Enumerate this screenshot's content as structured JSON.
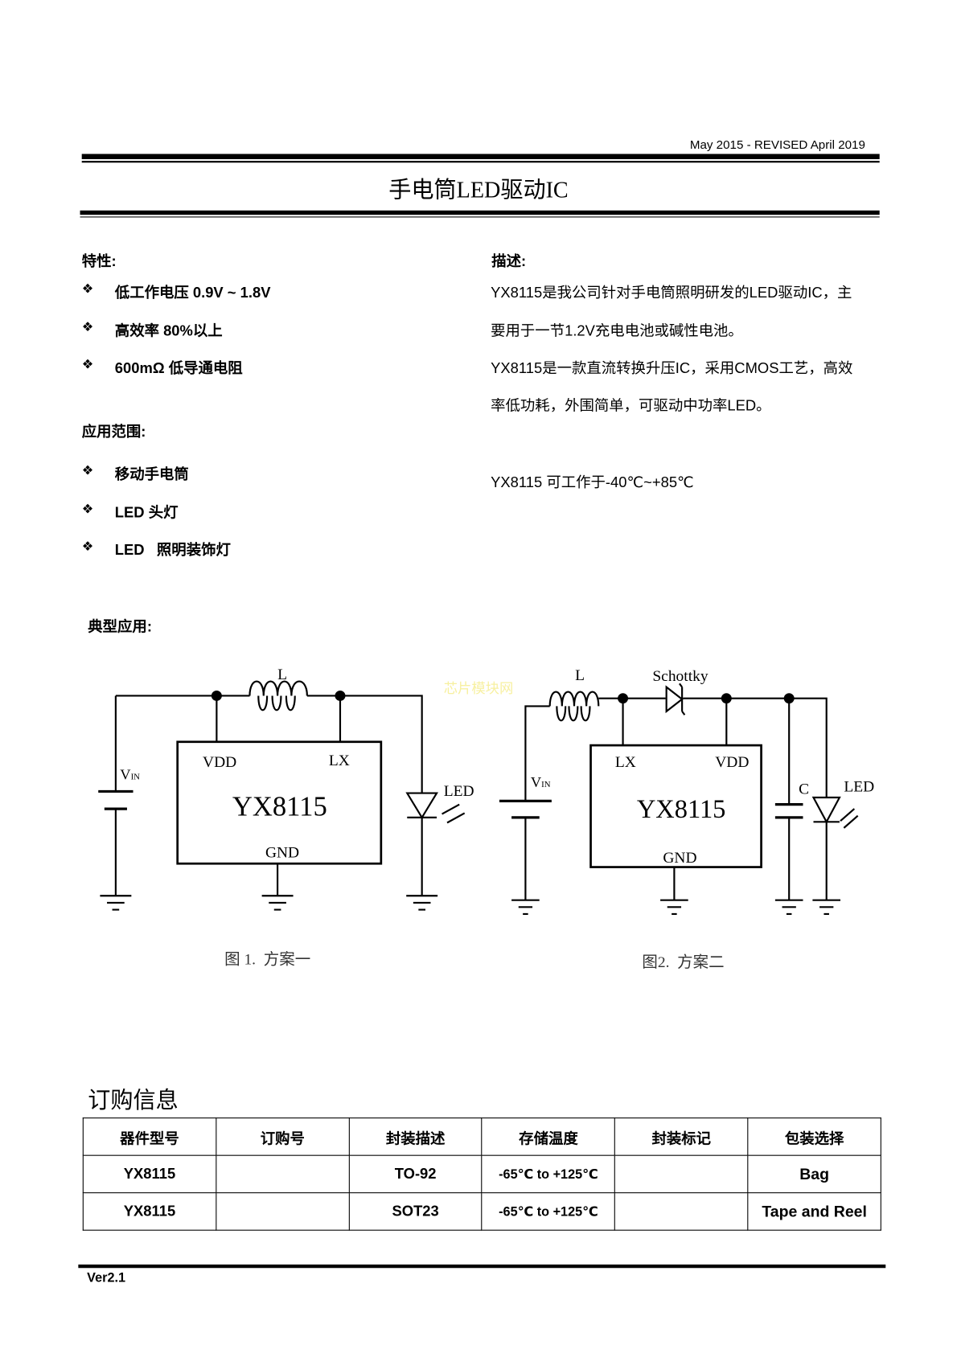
{
  "header": {
    "date": "May 2015 - REVISED April 2019",
    "title": "手电筒LED驱动IC"
  },
  "features": {
    "heading": "特性:",
    "bullet": "❖",
    "items": [
      "低工作电压 0.9V ~ 1.8V",
      "高效率 80%以上",
      "600mΩ 低导通电阻"
    ]
  },
  "applications": {
    "heading": "应用范围:",
    "items": [
      "移动手电筒",
      "LED 头灯",
      "LED   照明装饰灯"
    ]
  },
  "description": {
    "heading": "描述:",
    "lines": [
      "YX8115是我公司针对手电筒照明研发的LED驱动IC，主",
      "要用于一节1.2V充电电池或碱性电池。",
      "YX8115是一款直流转换升压IC，采用CMOS工艺，高效",
      "率低功耗，外围简单，可驱动中功率LED。",
      "YX8115 可工作于-40℃~+85℃"
    ]
  },
  "typical": {
    "heading": "典型应用:",
    "watermark": "芯片模块网",
    "fig1": {
      "L": "L",
      "vin": "V",
      "vin_sub": "IN",
      "vdd": "VDD",
      "lx": "LX",
      "chip": "YX8115",
      "gnd": "GND",
      "led": "LED",
      "caption": "图 1.  方案一"
    },
    "fig2": {
      "L": "L",
      "schottky": "Schottky",
      "vin": "V",
      "vin_sub": "IN",
      "vdd": "VDD",
      "lx": "LX",
      "chip": "YX8115",
      "gnd": "GND",
      "c": "C",
      "led": "LED",
      "caption": "图2.  方案二"
    }
  },
  "ordering": {
    "heading": "订购信息",
    "columns": [
      "器件型号",
      "订购号",
      "封装描述",
      "存储温度",
      "封装标记",
      "包装选择"
    ],
    "rows": [
      [
        "YX8115",
        "",
        "TO-92",
        "-65℃ to +125℃",
        "",
        "Bag"
      ],
      [
        "YX8115",
        "",
        "SOT23",
        "-65℃ to +125℃",
        "",
        "Tape and Reel"
      ]
    ]
  },
  "footer": {
    "version": "Ver2.1"
  }
}
